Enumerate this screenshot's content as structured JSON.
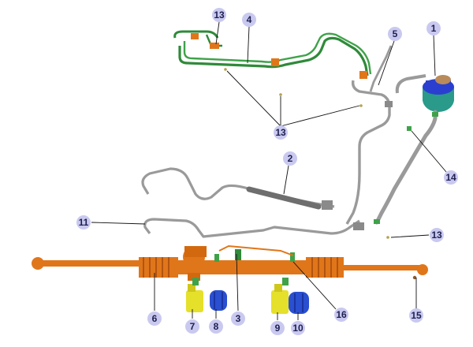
{
  "colors": {
    "steering_gear": "#e0761a",
    "steering_gear_dark": "#b25410",
    "pressure_line": "#2f8a3a",
    "pipe": "#9a9a9a",
    "pipe_dark": "#6e6e6e",
    "reservoir_body": "#2a9a8a",
    "reservoir_cap": "#2a3fd0",
    "bracket": "#e5e02a",
    "bushing": "#2a4fd0",
    "callout_bg": "#c9c9f0",
    "callout_text": "#1f1f4f"
  },
  "callouts": [
    {
      "id": "c1",
      "label": "1"
    },
    {
      "id": "c2",
      "label": "2"
    },
    {
      "id": "c3",
      "label": "3"
    },
    {
      "id": "c4",
      "label": "4"
    },
    {
      "id": "c5",
      "label": "5"
    },
    {
      "id": "c6",
      "label": "6"
    },
    {
      "id": "c7",
      "label": "7"
    },
    {
      "id": "c8",
      "label": "8"
    },
    {
      "id": "c9",
      "label": "9"
    },
    {
      "id": "c10",
      "label": "10"
    },
    {
      "id": "c11",
      "label": "11"
    },
    {
      "id": "c13a",
      "label": "13"
    },
    {
      "id": "c13b",
      "label": "13"
    },
    {
      "id": "c13c",
      "label": "13"
    },
    {
      "id": "c14",
      "label": "14"
    },
    {
      "id": "c15",
      "label": "15"
    },
    {
      "id": "c16",
      "label": "16"
    }
  ]
}
